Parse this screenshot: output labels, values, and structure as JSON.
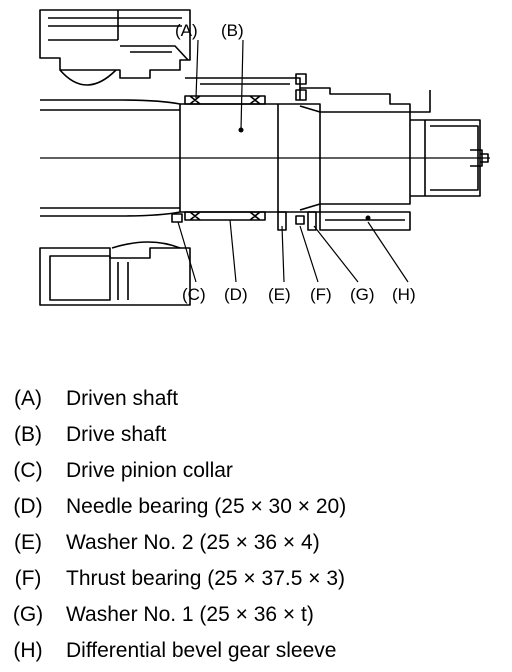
{
  "callouts": {
    "A": "(A)",
    "B": "(B)",
    "C": "(C)",
    "D": "(D)",
    "E": "(E)",
    "F": "(F)",
    "G": "(G)",
    "H": "(H)"
  },
  "legend": [
    {
      "key": "(A)",
      "text": "Driven shaft"
    },
    {
      "key": "(B)",
      "text": "Drive shaft"
    },
    {
      "key": "(C)",
      "text": "Drive pinion collar"
    },
    {
      "key": "(D)",
      "text": "Needle bearing (25 × 30 × 20)"
    },
    {
      "key": "(E)",
      "text": "Washer No. 2 (25 × 36 × 4)"
    },
    {
      "key": "(F)",
      "text": "Thrust bearing (25 × 37.5 × 3)"
    },
    {
      "key": "(G)",
      "text": "Washer No. 1 (25 × 36 × t)"
    },
    {
      "key": "(H)",
      "text": "Differential bevel gear sleeve"
    }
  ]
}
